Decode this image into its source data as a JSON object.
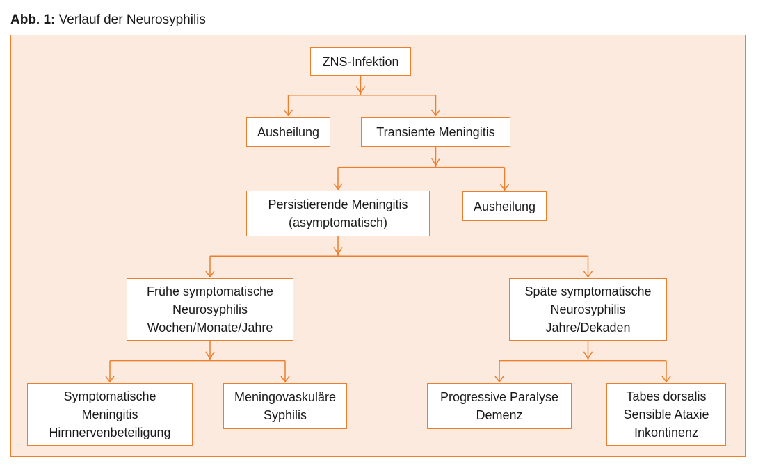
{
  "caption": {
    "label": "Abb. 1:",
    "title": "Verlauf der Neurosyphilis"
  },
  "colors": {
    "accent": "#ec7f2e",
    "background": "#fdeade",
    "box": "#ffffff"
  },
  "nodes": {
    "zns_infektion": [
      "ZNS-Infektion"
    ],
    "ausheilung_1": [
      "Ausheilung"
    ],
    "transiente_meningitis": [
      "Transiente Meningitis"
    ],
    "persistierende_meningitis": [
      "Persistierende Meningitis",
      "(asymptomatisch)"
    ],
    "ausheilung_2": [
      "Ausheilung"
    ],
    "fruehe_neurosyphilis": [
      "Frühe symptomatische",
      "Neurosyphilis",
      "Wochen/Monate/Jahre"
    ],
    "spaete_neurosyphilis": [
      "Späte symptomatische",
      "Neurosyphilis",
      "Jahre/Dekaden"
    ],
    "symptomatische_meningitis": [
      "Symptomatische",
      "Meningitis",
      "Hirnnervenbeteiligung"
    ],
    "meningovaskulaere_syphilis": [
      "Meningovaskuläre",
      "Syphilis"
    ],
    "progressive_paralyse": [
      "Progressive Paralyse",
      "Demenz"
    ],
    "tabes_dorsalis": [
      "Tabes dorsalis",
      "Sensible Ataxie",
      "Inkontinenz"
    ]
  },
  "edges": [
    [
      "zns_infektion",
      "ausheilung_1"
    ],
    [
      "zns_infektion",
      "transiente_meningitis"
    ],
    [
      "transiente_meningitis",
      "persistierende_meningitis"
    ],
    [
      "transiente_meningitis",
      "ausheilung_2"
    ],
    [
      "persistierende_meningitis",
      "fruehe_neurosyphilis"
    ],
    [
      "persistierende_meningitis",
      "spaete_neurosyphilis"
    ],
    [
      "fruehe_neurosyphilis",
      "symptomatische_meningitis"
    ],
    [
      "fruehe_neurosyphilis",
      "meningovaskulaere_syphilis"
    ],
    [
      "spaete_neurosyphilis",
      "progressive_paralyse"
    ],
    [
      "spaete_neurosyphilis",
      "tabes_dorsalis"
    ]
  ]
}
